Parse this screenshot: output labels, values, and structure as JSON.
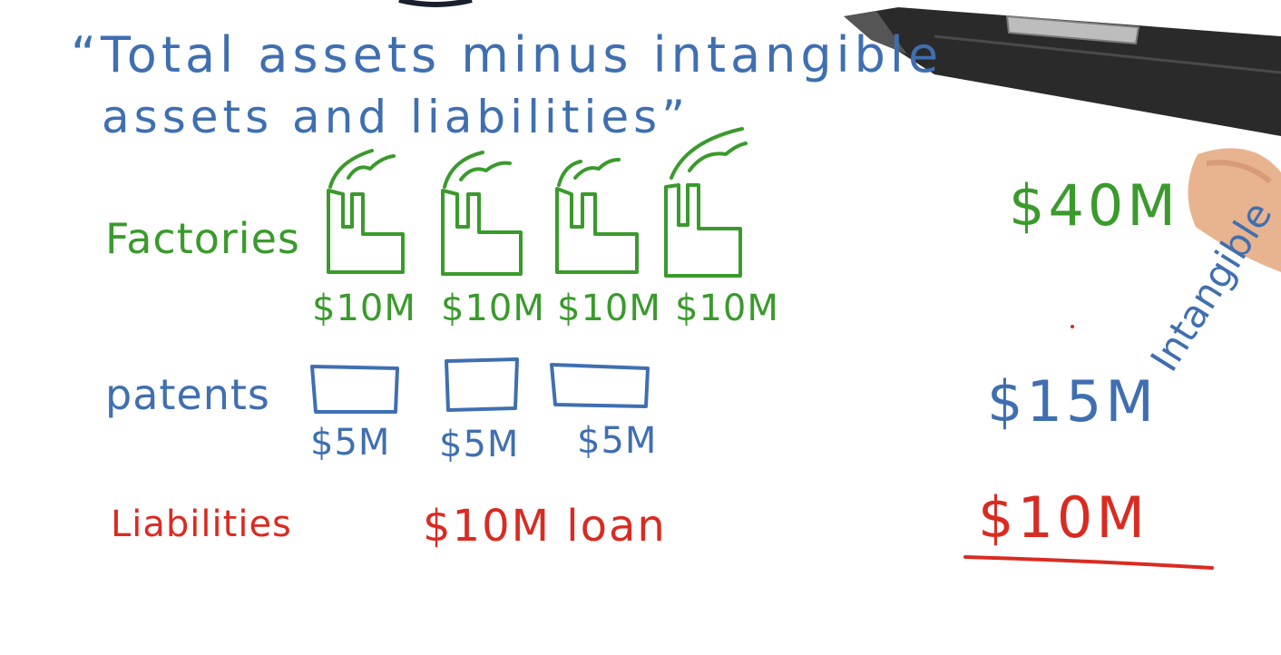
{
  "quote": {
    "line1": "“Total assets minus intangible",
    "line2": "assets and liabilities”"
  },
  "factories": {
    "label": "Factories",
    "values": [
      "$10M",
      "$10M",
      "$10M",
      "$10M"
    ]
  },
  "patents": {
    "label": "patents",
    "values": [
      "$5M",
      "$5M",
      "$5M"
    ]
  },
  "liabilities": {
    "label": "Liabilities",
    "loan": "$10M loan"
  },
  "totals": {
    "factories_total": "$40M",
    "patents_total": "$15M",
    "patents_note": "Intangible",
    "liabilities_total": "$10M"
  },
  "colors": {
    "blue": "#3f6fb0",
    "green": "#3a9a2c",
    "red": "#d92b22"
  },
  "icons": [
    "factory-icon",
    "patent-box-icon",
    "stylus-pen-icon"
  ]
}
